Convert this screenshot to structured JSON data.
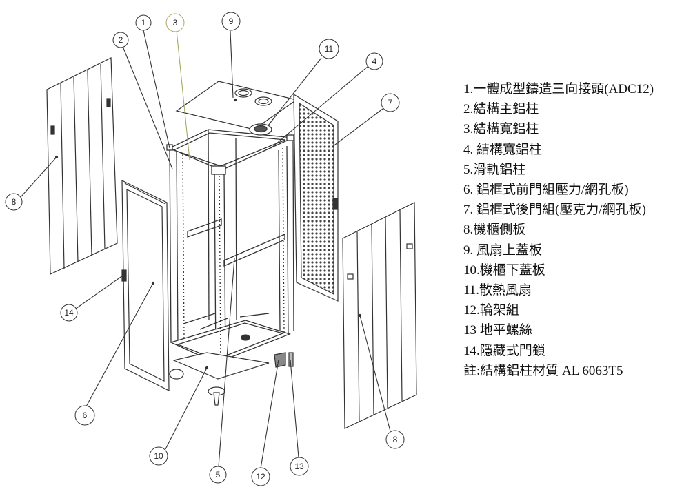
{
  "callouts": [
    "1",
    "2",
    "3",
    "9",
    "11",
    "4",
    "7",
    "8",
    "14",
    "6",
    "10",
    "5",
    "12",
    "13",
    "8"
  ],
  "legend": [
    "1.一體成型鑄造三向接頭(ADC12)",
    "2.結構主鋁柱",
    "3.結構寬鋁柱",
    "4.  結構寬鋁柱",
    "5.滑軌鋁柱",
    "6.  鋁框式前門組壓力/網孔板)",
    "7.  鋁框式後門組(壓克力/網孔板)",
    "8.機櫃側板",
    "9.  風扇上蓋板",
    "10.機櫃下蓋板",
    "11.散熱風扇",
    "12.輪架組",
    "13  地平螺絲",
    "14.隱藏式門鎖",
    "註:結構鋁柱材質 AL 6063T5"
  ],
  "colors": {
    "line": "#333333",
    "callout3": "#a8a860",
    "mesh": "#444444"
  }
}
